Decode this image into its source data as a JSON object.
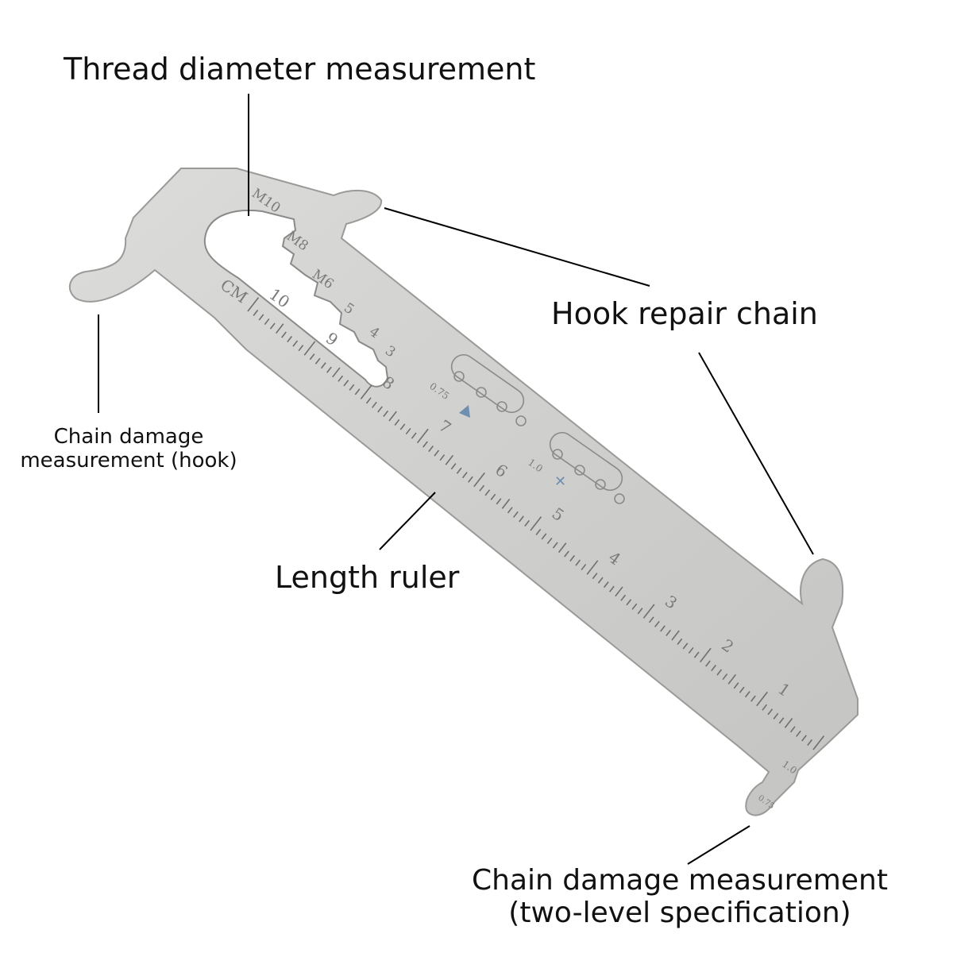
{
  "colors": {
    "metal_light": "#d8d8d6",
    "metal_mid": "#bdbdbb",
    "metal_dark": "#9c9c9a",
    "engraving": "#7a7a78",
    "accent_blue": "#6f8fb0",
    "leader_line": "#000000"
  },
  "labels": {
    "thread": "Thread diameter measurement",
    "hook_repair": "Hook repair chain",
    "chain_hook_line1": "Chain damage",
    "chain_hook_line2": "measurement (hook)",
    "length_ruler": "Length ruler",
    "chain_two_line1": "Chain damage measurement",
    "chain_two_line2": "(two-level specification)"
  },
  "engravings": {
    "thread_sizes": [
      "M10",
      "M8",
      "M6",
      "5",
      "4",
      "3"
    ],
    "unit": "CM",
    "ruler_numbers": [
      "10",
      "9",
      "8",
      "7",
      "6",
      "5",
      "4",
      "3",
      "2",
      "1"
    ],
    "wear_075": "0.75",
    "wear_10": "1.0",
    "tip_10": "1.0",
    "tip_075": "0.75"
  }
}
